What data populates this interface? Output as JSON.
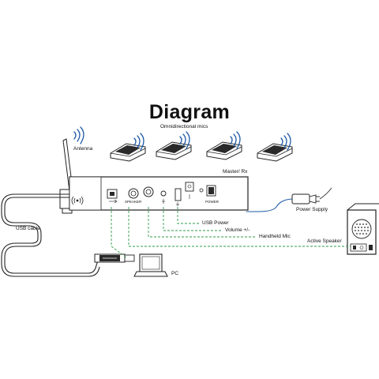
{
  "title": "Diagram",
  "labels": {
    "mics": "Omnidirectional mics",
    "antenna": "Antenna",
    "receiver": "Master/ Rx",
    "usb_cable": "USB cable",
    "pc": "PC",
    "usb_power": "USB Power",
    "volume": "Volume +/-",
    "handheld_mic": "Handheld Mic",
    "power_supply": "Power Supply",
    "active_speaker": "Active Speaker",
    "port_speaker": "SPEAKER",
    "port_power": "POWER"
  },
  "colors": {
    "line": "#222222",
    "dashed": "#2f9a4a",
    "wire_blue": "#1f5aa6",
    "device_fill": "#ffffff",
    "mic_grille": "#2a2a2a"
  },
  "icons": [
    "wifi-signal-icon",
    "usb-icon",
    "wireless-icon",
    "laptop-icon",
    "speaker-icon",
    "power-adapter-icon"
  ]
}
